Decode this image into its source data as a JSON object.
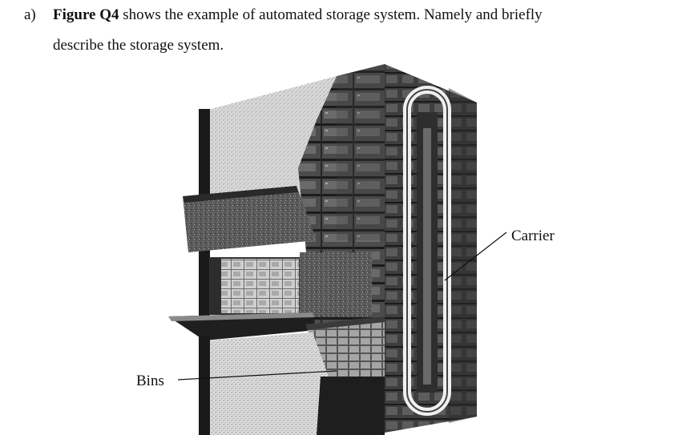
{
  "question": {
    "prefix": "a)",
    "figure_ref": "Figure Q4",
    "line1_rest": " shows the example of automated storage system. Namely and briefly",
    "line2": "describe the storage system."
  },
  "figure": {
    "labels": {
      "carrier": "Carrier",
      "bins": "Bins"
    }
  }
}
